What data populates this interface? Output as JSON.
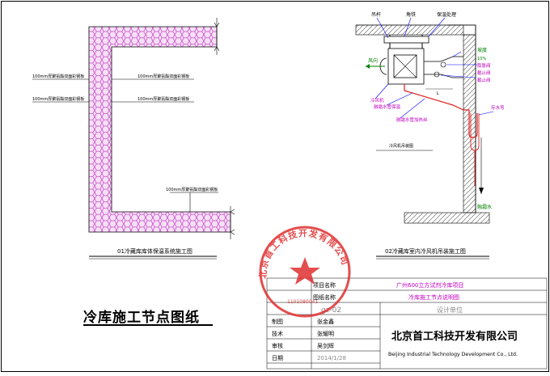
{
  "drawing": {
    "main_title": "冷库施工节点图纸",
    "left_section": {
      "caption": "01冷藏库库体保温系统施工图",
      "note_1": "100mm厚聚氨酯双面彩钢板",
      "note_2": "100mm厚聚氨酯双面彩钢板",
      "note_3": "100mm厚聚氨酯双面彩钢板",
      "note_4": "100mm厚聚氨酯双面彩钢板",
      "note_5": "100mm厚聚氨酯双面彩钢板"
    },
    "right_section": {
      "caption": "02冷藏库室内冷风机吊装施工图",
      "label_hanger": "吊杆",
      "label_angle": "角铁",
      "label_insulation": "保温处理",
      "label_wind": "风向",
      "label_slope": "坡度",
      "label_percent": "10%",
      "label_v1": "膨胀阀",
      "label_v2": "截止阀",
      "label_v3": "截止阀",
      "label_cooler": "冷风机",
      "label_pipe_ins": "融霜水管保温",
      "label_pipe_heat": "融霜水管加热丝",
      "label_trap": "存水弯",
      "label_drain": "融霜水",
      "label_sub": "冷风机吊装图"
    },
    "title_block": {
      "project_label": "项目名称",
      "drawing_label": "图纸名称",
      "project_name": "广州600立方试剂冷库项目",
      "drawing_name": "冷库施工节点说明图",
      "drawing_no": "gz-02",
      "design_unit_label": "设计单位",
      "company_cn": "北京首工科技开发有限公司",
      "company_en": "Beijing Industrial Technology Development Co., Ltd.",
      "rows": [
        {
          "role": "制图",
          "name": "张金鑫"
        },
        {
          "role": "技术",
          "name": "张耀明"
        },
        {
          "role": "审核",
          "name": "吴剑辉"
        },
        {
          "role": "日期",
          "name": "2014/1/28"
        }
      ]
    },
    "stamp": {
      "text": "北京首工科技开发有限公司",
      "number": "1101080041"
    },
    "colors": {
      "insulation_fill": "#f5d6f5",
      "insulation_line": "#b000b0",
      "blue_line": "#0000ff",
      "red_pipe": "#e02020",
      "green_text": "#008000",
      "magenta_text": "#c000c0",
      "stamp_red": "#e03030",
      "grey_text": "#888888"
    }
  }
}
